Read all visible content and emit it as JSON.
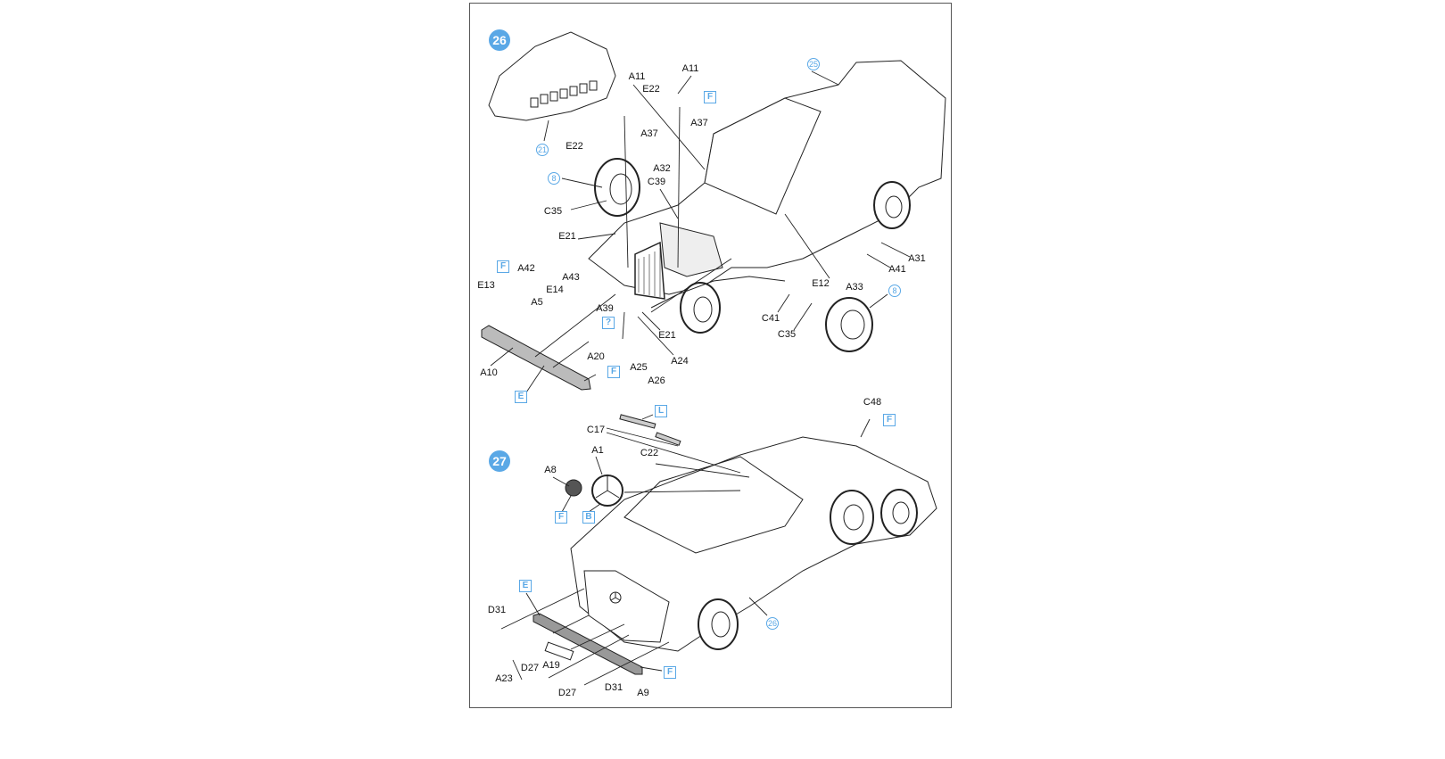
{
  "colors": {
    "accent": "#5aa8e6",
    "ink": "#111111",
    "frame": "#555555"
  },
  "step26": {
    "number": "26",
    "labels": [
      "A11",
      "A11",
      "E22",
      "A37",
      "A37",
      "E22",
      "A32",
      "C39",
      "C35",
      "E21",
      "A31",
      "A41",
      "A42",
      "E12",
      "A33",
      "E13",
      "A43",
      "E14",
      "A5",
      "A39",
      "C41",
      "C35",
      "E21",
      "A20",
      "A24",
      "A10",
      "A25",
      "A26"
    ],
    "boxes": [
      "F",
      "F",
      "?",
      "F",
      "E"
    ],
    "refs": [
      "25",
      "21",
      "8",
      "8"
    ]
  },
  "step27": {
    "number": "27",
    "labels": [
      "C48",
      "C17",
      "A1",
      "C22",
      "A8",
      "D31",
      "D27",
      "A19",
      "A23",
      "D27",
      "D31",
      "A9"
    ],
    "boxes": [
      "F",
      "L",
      "F",
      "B",
      "E",
      "F"
    ],
    "refs": [
      "26"
    ]
  }
}
